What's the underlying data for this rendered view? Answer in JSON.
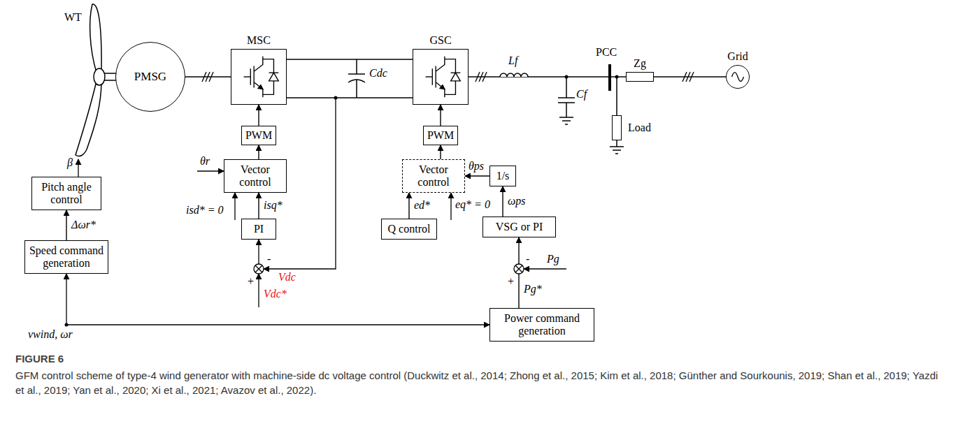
{
  "diagram": {
    "title": "FIGURE 6",
    "caption": "GFM control scheme of type-4 wind generator with machine-side dc voltage control (Duckwitz et al., 2014; Zhong et al., 2015; Kim et al., 2018; Günther and Sourkounis, 2019; Shan et al., 2019; Yazdi et al., 2019; Yan et al., 2020; Xi et al., 2021; Avazov et al., 2022).",
    "nodes": [
      {
        "text": [
          "PMSG"
        ]
      },
      {
        "text": [
          "MSC"
        ]
      },
      {
        "text": [
          "GSC"
        ]
      },
      {
        "text": [
          "Zg"
        ]
      },
      {
        "text": [
          "Grid"
        ]
      },
      {
        "text": [
          "Load"
        ]
      },
      {
        "text": [
          "Pitch angle control"
        ]
      },
      {
        "text": [
          "PWM"
        ]
      },
      {
        "text": [
          "PWM"
        ]
      },
      {
        "text": [
          "Vector control"
        ]
      },
      {
        "text": [
          "Vector control"
        ]
      },
      {
        "text": [
          "1/s"
        ]
      },
      {
        "text": [
          "Speed command generation"
        ]
      },
      {
        "text": [
          "PI"
        ]
      },
      {
        "text": [
          "Q control"
        ]
      },
      {
        "text": [
          "VSG or PI"
        ]
      },
      {
        "text": [
          "Power command generation"
        ]
      }
    ],
    "edges": [
      {
        "from": 0,
        "to": 1,
        "arrow": "none"
      },
      {
        "from": 1,
        "to": 2,
        "arrow": "none"
      },
      {
        "from": 2,
        "to": 3,
        "arrow": "none"
      },
      {
        "from": 3,
        "to": 4,
        "arrow": "none"
      },
      {
        "from": 7,
        "to": 1,
        "arrow": "to"
      },
      {
        "from": 8,
        "to": 2,
        "arrow": "to"
      },
      {
        "from": 9,
        "to": 7,
        "arrow": "to"
      },
      {
        "from": 10,
        "to": 8,
        "arrow": "to"
      },
      {
        "from": 13,
        "to": 9,
        "arrow": "to",
        "label": "isq*"
      },
      {
        "from": 14,
        "to": 10,
        "arrow": "to",
        "label": "ed*"
      },
      {
        "from": 11,
        "to": 10,
        "arrow": "to",
        "label": "θps"
      },
      {
        "from": 15,
        "to": 11,
        "arrow": "to",
        "label": "ωps"
      },
      {
        "from": 12,
        "to": 6,
        "arrow": "to",
        "label": "Δωr*"
      },
      {
        "from": 16,
        "to": 15,
        "arrow": "to",
        "label": "Pg*"
      }
    ],
    "labels": [
      "WT",
      "β",
      "vwind, ωr",
      "θr",
      "isd* = 0",
      "Cdc",
      "-",
      "Vdc",
      "+",
      "Vdc*",
      "Lf",
      "Cf",
      "PCC",
      "eq* = 0",
      "+",
      "-",
      "Pg"
    ]
  }
}
